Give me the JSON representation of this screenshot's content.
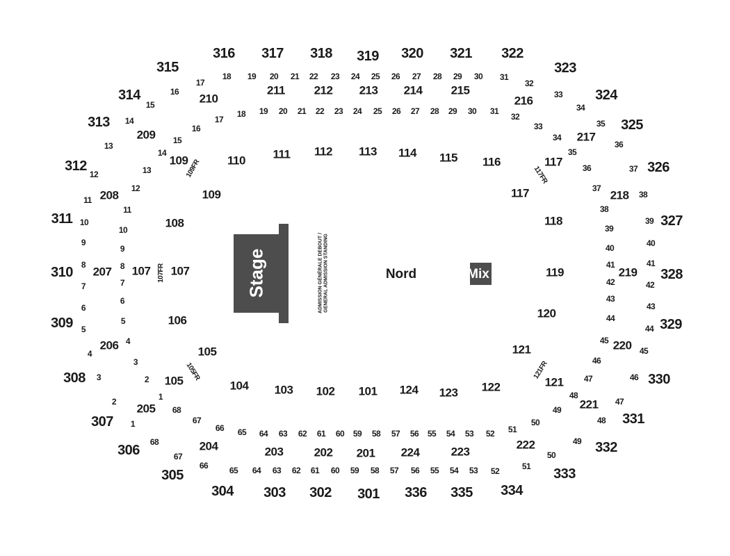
{
  "venue": {
    "stage_label": "Stage",
    "floor_label": "Nord",
    "mix_label": "Mix",
    "ga_label_line1": "ADMISSION GÉNÉRALE DEBOUT /",
    "ga_label_line2": "GENERAL ADMISSION STANDING",
    "colors": {
      "stage_fill": "#4d4d4d",
      "label_text": "#1a1a1a",
      "background": "#ffffff"
    }
  },
  "sections": [
    {
      "text": "315",
      "kind": "300"
    },
    {
      "text": "316",
      "kind": "300"
    },
    {
      "text": "317",
      "kind": "300"
    },
    {
      "text": "318",
      "kind": "300"
    },
    {
      "text": "319",
      "kind": "300"
    },
    {
      "text": "320",
      "kind": "300"
    },
    {
      "text": "321",
      "kind": "300"
    },
    {
      "text": "322",
      "kind": "300"
    },
    {
      "text": "323",
      "kind": "300"
    },
    {
      "text": "314",
      "kind": "300"
    },
    {
      "text": "324",
      "kind": "300"
    },
    {
      "text": "313",
      "kind": "300"
    },
    {
      "text": "325",
      "kind": "300"
    },
    {
      "text": "312",
      "kind": "300"
    },
    {
      "text": "326",
      "kind": "300"
    },
    {
      "text": "311",
      "kind": "300"
    },
    {
      "text": "327",
      "kind": "300"
    },
    {
      "text": "310",
      "kind": "300"
    },
    {
      "text": "328",
      "kind": "300"
    },
    {
      "text": "309",
      "kind": "300"
    },
    {
      "text": "329",
      "kind": "300"
    },
    {
      "text": "308",
      "kind": "300"
    },
    {
      "text": "330",
      "kind": "300"
    },
    {
      "text": "307",
      "kind": "300"
    },
    {
      "text": "331",
      "kind": "300"
    },
    {
      "text": "306",
      "kind": "300"
    },
    {
      "text": "332",
      "kind": "300"
    },
    {
      "text": "305",
      "kind": "300"
    },
    {
      "text": "333",
      "kind": "300"
    },
    {
      "text": "304",
      "kind": "300"
    },
    {
      "text": "303",
      "kind": "300"
    },
    {
      "text": "302",
      "kind": "300"
    },
    {
      "text": "301",
      "kind": "300"
    },
    {
      "text": "336",
      "kind": "300"
    },
    {
      "text": "335",
      "kind": "300"
    },
    {
      "text": "334",
      "kind": "300"
    },
    {
      "text": "210",
      "kind": "200"
    },
    {
      "text": "211",
      "kind": "200"
    },
    {
      "text": "212",
      "kind": "200"
    },
    {
      "text": "213",
      "kind": "200"
    },
    {
      "text": "214",
      "kind": "200"
    },
    {
      "text": "215",
      "kind": "200"
    },
    {
      "text": "216",
      "kind": "200"
    },
    {
      "text": "209",
      "kind": "200"
    },
    {
      "text": "217",
      "kind": "200"
    },
    {
      "text": "208",
      "kind": "200"
    },
    {
      "text": "218",
      "kind": "200"
    },
    {
      "text": "207",
      "kind": "200"
    },
    {
      "text": "219",
      "kind": "200"
    },
    {
      "text": "206",
      "kind": "200"
    },
    {
      "text": "220",
      "kind": "200"
    },
    {
      "text": "205",
      "kind": "200"
    },
    {
      "text": "221",
      "kind": "200"
    },
    {
      "text": "204",
      "kind": "200"
    },
    {
      "text": "222",
      "kind": "200"
    },
    {
      "text": "203",
      "kind": "200"
    },
    {
      "text": "202",
      "kind": "200"
    },
    {
      "text": "201",
      "kind": "200"
    },
    {
      "text": "224",
      "kind": "200"
    },
    {
      "text": "223",
      "kind": "200"
    },
    {
      "text": "109",
      "kind": "100"
    },
    {
      "text": "110",
      "kind": "100"
    },
    {
      "text": "111",
      "kind": "100"
    },
    {
      "text": "112",
      "kind": "100"
    },
    {
      "text": "113",
      "kind": "100"
    },
    {
      "text": "114",
      "kind": "100"
    },
    {
      "text": "115",
      "kind": "100"
    },
    {
      "text": "116",
      "kind": "100"
    },
    {
      "text": "117",
      "kind": "100"
    },
    {
      "text": "109",
      "kind": "100"
    },
    {
      "text": "117",
      "kind": "100"
    },
    {
      "text": "108",
      "kind": "100"
    },
    {
      "text": "118",
      "kind": "100"
    },
    {
      "text": "107",
      "kind": "100"
    },
    {
      "text": "107",
      "kind": "100"
    },
    {
      "text": "119",
      "kind": "100"
    },
    {
      "text": "106",
      "kind": "100"
    },
    {
      "text": "120",
      "kind": "100"
    },
    {
      "text": "105",
      "kind": "100"
    },
    {
      "text": "121",
      "kind": "100"
    },
    {
      "text": "105",
      "kind": "100"
    },
    {
      "text": "121",
      "kind": "100"
    },
    {
      "text": "104",
      "kind": "100"
    },
    {
      "text": "103",
      "kind": "100"
    },
    {
      "text": "102",
      "kind": "100"
    },
    {
      "text": "101",
      "kind": "100"
    },
    {
      "text": "124",
      "kind": "100"
    },
    {
      "text": "123",
      "kind": "100"
    },
    {
      "text": "122",
      "kind": "100"
    },
    {
      "text": "109FR",
      "kind": "fr"
    },
    {
      "text": "117FR",
      "kind": "fr"
    },
    {
      "text": "107FR",
      "kind": "fr"
    },
    {
      "text": "105FR",
      "kind": "fr"
    },
    {
      "text": "121FR",
      "kind": "fr"
    },
    {
      "text": "17",
      "kind": "row"
    },
    {
      "text": "18",
      "kind": "row"
    },
    {
      "text": "19",
      "kind": "row"
    },
    {
      "text": "20",
      "kind": "row"
    },
    {
      "text": "21",
      "kind": "row"
    },
    {
      "text": "22",
      "kind": "row"
    },
    {
      "text": "23",
      "kind": "row"
    },
    {
      "text": "24",
      "kind": "row"
    },
    {
      "text": "25",
      "kind": "row"
    },
    {
      "text": "26",
      "kind": "row"
    },
    {
      "text": "27",
      "kind": "row"
    },
    {
      "text": "28",
      "kind": "row"
    },
    {
      "text": "29",
      "kind": "row"
    },
    {
      "text": "30",
      "kind": "row"
    },
    {
      "text": "31",
      "kind": "row"
    },
    {
      "text": "32",
      "kind": "row"
    },
    {
      "text": "16",
      "kind": "row"
    },
    {
      "text": "33",
      "kind": "row"
    },
    {
      "text": "15",
      "kind": "row"
    },
    {
      "text": "34",
      "kind": "row"
    },
    {
      "text": "14",
      "kind": "row"
    },
    {
      "text": "35",
      "kind": "row"
    },
    {
      "text": "13",
      "kind": "row"
    },
    {
      "text": "36",
      "kind": "row"
    },
    {
      "text": "12",
      "kind": "row"
    },
    {
      "text": "37",
      "kind": "row"
    },
    {
      "text": "11",
      "kind": "row"
    },
    {
      "text": "38",
      "kind": "row"
    },
    {
      "text": "10",
      "kind": "row"
    },
    {
      "text": "39",
      "kind": "row"
    },
    {
      "text": "9",
      "kind": "row"
    },
    {
      "text": "40",
      "kind": "row"
    },
    {
      "text": "8",
      "kind": "row"
    },
    {
      "text": "41",
      "kind": "row"
    },
    {
      "text": "7",
      "kind": "row"
    },
    {
      "text": "42",
      "kind": "row"
    },
    {
      "text": "6",
      "kind": "row"
    },
    {
      "text": "43",
      "kind": "row"
    },
    {
      "text": "5",
      "kind": "row"
    },
    {
      "text": "44",
      "kind": "row"
    },
    {
      "text": "4",
      "kind": "row"
    },
    {
      "text": "45",
      "kind": "row"
    },
    {
      "text": "3",
      "kind": "row"
    },
    {
      "text": "46",
      "kind": "row"
    },
    {
      "text": "2",
      "kind": "row"
    },
    {
      "text": "47",
      "kind": "row"
    },
    {
      "text": "1",
      "kind": "row"
    },
    {
      "text": "48",
      "kind": "row"
    },
    {
      "text": "68",
      "kind": "row"
    },
    {
      "text": "49",
      "kind": "row"
    },
    {
      "text": "67",
      "kind": "row"
    },
    {
      "text": "50",
      "kind": "row"
    },
    {
      "text": "66",
      "kind": "row"
    },
    {
      "text": "51",
      "kind": "row"
    },
    {
      "text": "65",
      "kind": "row"
    },
    {
      "text": "64",
      "kind": "row"
    },
    {
      "text": "63",
      "kind": "row"
    },
    {
      "text": "62",
      "kind": "row"
    },
    {
      "text": "61",
      "kind": "row"
    },
    {
      "text": "60",
      "kind": "row"
    },
    {
      "text": "59",
      "kind": "row"
    },
    {
      "text": "58",
      "kind": "row"
    },
    {
      "text": "57",
      "kind": "row"
    },
    {
      "text": "56",
      "kind": "row"
    },
    {
      "text": "55",
      "kind": "row"
    },
    {
      "text": "54",
      "kind": "row"
    },
    {
      "text": "53",
      "kind": "row"
    },
    {
      "text": "52",
      "kind": "row"
    },
    {
      "text": "17",
      "kind": "row"
    },
    {
      "text": "18",
      "kind": "row"
    },
    {
      "text": "19",
      "kind": "row"
    },
    {
      "text": "20",
      "kind": "row"
    },
    {
      "text": "21",
      "kind": "row"
    },
    {
      "text": "22",
      "kind": "row"
    },
    {
      "text": "23",
      "kind": "row"
    },
    {
      "text": "24",
      "kind": "row"
    },
    {
      "text": "25",
      "kind": "row"
    },
    {
      "text": "26",
      "kind": "row"
    },
    {
      "text": "27",
      "kind": "row"
    },
    {
      "text": "28",
      "kind": "row"
    },
    {
      "text": "29",
      "kind": "row"
    },
    {
      "text": "30",
      "kind": "row"
    },
    {
      "text": "31",
      "kind": "row"
    },
    {
      "text": "32",
      "kind": "row"
    },
    {
      "text": "16",
      "kind": "row"
    },
    {
      "text": "33",
      "kind": "row"
    },
    {
      "text": "15",
      "kind": "row"
    },
    {
      "text": "34",
      "kind": "row"
    },
    {
      "text": "14",
      "kind": "row"
    },
    {
      "text": "35",
      "kind": "row"
    },
    {
      "text": "13",
      "kind": "row"
    },
    {
      "text": "36",
      "kind": "row"
    },
    {
      "text": "12",
      "kind": "row"
    },
    {
      "text": "37",
      "kind": "row"
    },
    {
      "text": "11",
      "kind": "row"
    },
    {
      "text": "38",
      "kind": "row"
    },
    {
      "text": "10",
      "kind": "row"
    },
    {
      "text": "39",
      "kind": "row"
    },
    {
      "text": "9",
      "kind": "row"
    },
    {
      "text": "40",
      "kind": "row"
    },
    {
      "text": "8",
      "kind": "row"
    },
    {
      "text": "41",
      "kind": "row"
    },
    {
      "text": "7",
      "kind": "row"
    },
    {
      "text": "42",
      "kind": "row"
    },
    {
      "text": "6",
      "kind": "row"
    },
    {
      "text": "43",
      "kind": "row"
    },
    {
      "text": "5",
      "kind": "row"
    },
    {
      "text": "44",
      "kind": "row"
    },
    {
      "text": "4",
      "kind": "row"
    },
    {
      "text": "45",
      "kind": "row"
    },
    {
      "text": "3",
      "kind": "row"
    },
    {
      "text": "46",
      "kind": "row"
    },
    {
      "text": "2",
      "kind": "row"
    },
    {
      "text": "47",
      "kind": "row"
    },
    {
      "text": "1",
      "kind": "row"
    },
    {
      "text": "48",
      "kind": "row"
    },
    {
      "text": "68",
      "kind": "row"
    },
    {
      "text": "49",
      "kind": "row"
    },
    {
      "text": "67",
      "kind": "row"
    },
    {
      "text": "50",
      "kind": "row"
    },
    {
      "text": "66",
      "kind": "row"
    },
    {
      "text": "51",
      "kind": "row"
    },
    {
      "text": "65",
      "kind": "row"
    },
    {
      "text": "64",
      "kind": "row"
    },
    {
      "text": "63",
      "kind": "row"
    },
    {
      "text": "62",
      "kind": "row"
    },
    {
      "text": "61",
      "kind": "row"
    },
    {
      "text": "60",
      "kind": "row"
    },
    {
      "text": "59",
      "kind": "row"
    },
    {
      "text": "58",
      "kind": "row"
    },
    {
      "text": "57",
      "kind": "row"
    },
    {
      "text": "56",
      "kind": "row"
    },
    {
      "text": "55",
      "kind": "row"
    },
    {
      "text": "54",
      "kind": "row"
    },
    {
      "text": "53",
      "kind": "row"
    },
    {
      "text": "52",
      "kind": "row"
    }
  ]
}
